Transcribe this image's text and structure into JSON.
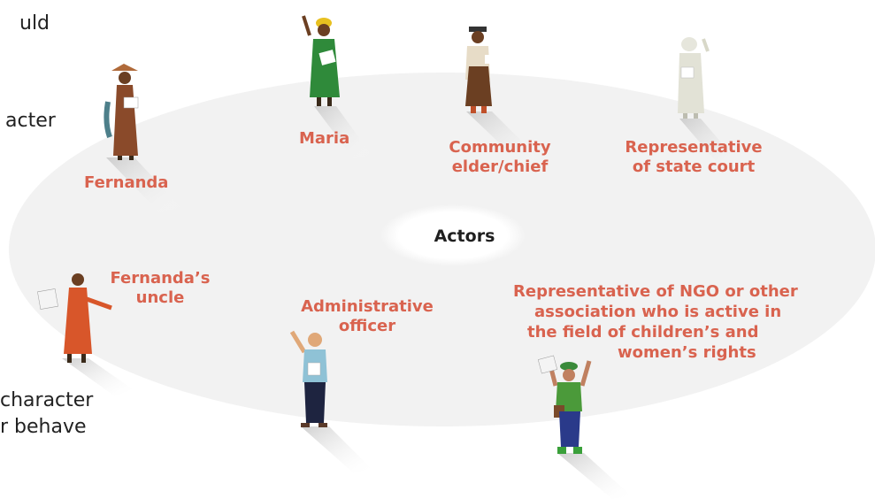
{
  "left_text_fragments": [
    "uld",
    "acter",
    "character",
    "r behave"
  ],
  "center": "Actors",
  "actors": [
    {
      "label": [
        "Fernanda"
      ]
    },
    {
      "label": [
        "Maria"
      ]
    },
    {
      "label": [
        "Community",
        "elder/chief"
      ]
    },
    {
      "label": [
        "Representative",
        "of state court"
      ]
    },
    {
      "label": [
        "Fernanda’s",
        "uncle"
      ]
    },
    {
      "label": [
        "Administrative",
        "officer"
      ]
    },
    {
      "label": [
        "Representative of NGO or other",
        "association who is active in",
        "the field of children’s and",
        "women’s rights"
      ]
    }
  ],
  "colors": {
    "label": "#d9634f",
    "ellipse": "#f2f2f2",
    "center_oval": "#ffffff"
  }
}
